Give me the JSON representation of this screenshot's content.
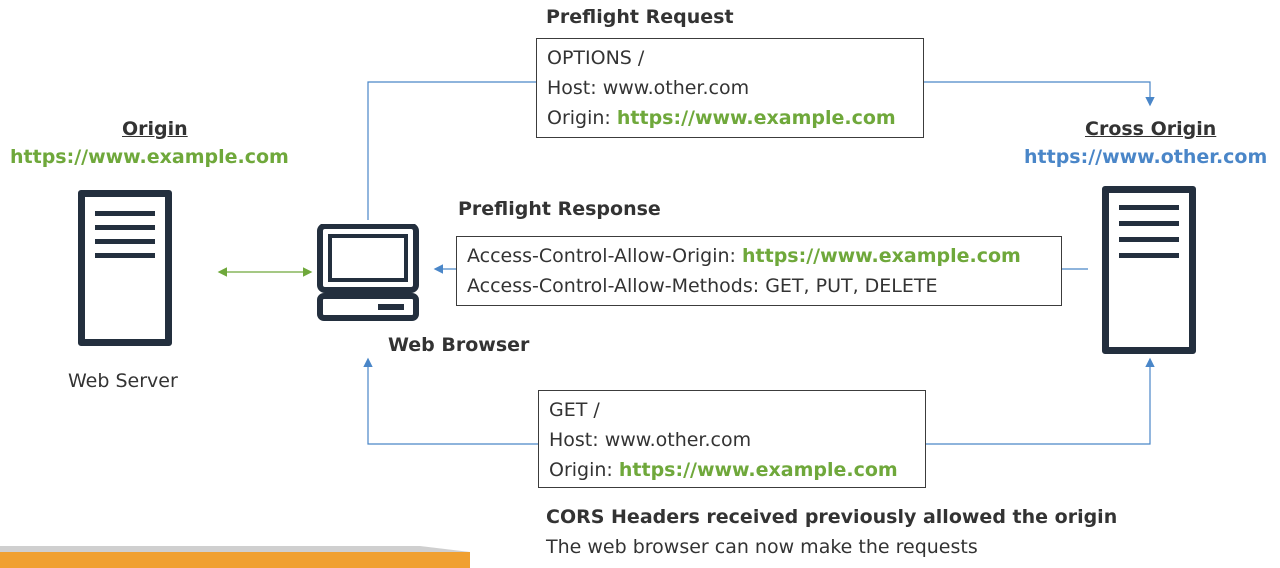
{
  "origin": {
    "title": "Origin",
    "url": "https://www.example.com",
    "server_label": "Web Server"
  },
  "cross_origin": {
    "title": "Cross Origin ",
    "url": "https://www.other.com"
  },
  "browser": {
    "label": "Web Browser"
  },
  "preflight_request": {
    "title": "Preflight Request",
    "line1": "OPTIONS /",
    "line2": "Host: www.other.com",
    "origin_prefix": "Origin: ",
    "origin_value": "https://www.example.com"
  },
  "preflight_response": {
    "title": "Preflight Response",
    "allow_origin_prefix": "Access-Control-Allow-Origin: ",
    "allow_origin_value": "https://www.example.com",
    "allow_methods": "Access-Control-Allow-Methods: GET, PUT, DELETE"
  },
  "actual_request": {
    "line1": "GET /",
    "line2": "Host: www.other.com",
    "origin_prefix": "Origin: ",
    "origin_value": "https://www.example.com"
  },
  "footer": {
    "headline": "CORS Headers received previously allowed the origin",
    "note": "The web browser can now make the requests"
  },
  "colors": {
    "green": "#6fa83b",
    "blue": "#4a86c8",
    "dark": "#232f3e",
    "orange": "#f0a030"
  }
}
